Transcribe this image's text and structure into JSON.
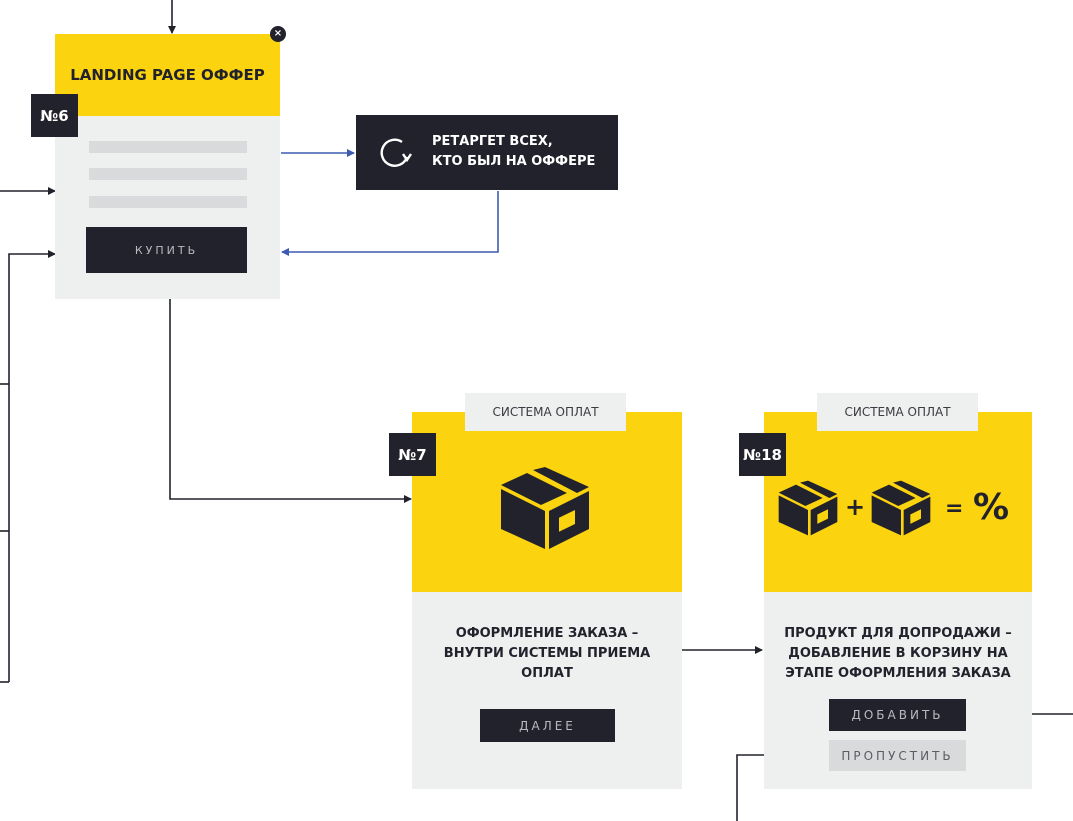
{
  "colors": {
    "yellow": "#fbd40f",
    "dark": "#22222c",
    "panel": "#eeefef",
    "field": "#d9dadb",
    "blue_connector": "#3d5bb0",
    "black_connector": "#22222c"
  },
  "card6": {
    "number": "№6",
    "title": "LANDING PAGE ОФФЕР",
    "button": "КУПИТЬ",
    "close_icon": "close-icon"
  },
  "retarget": {
    "icon": "refresh-icon",
    "line1": "РЕТАРГЕТ ВСЕХ,",
    "line2": "КТО БЫЛ НА ОФФЕРЕ"
  },
  "card7": {
    "number": "№7",
    "tab": "СИСТЕМА ОПЛАТ",
    "icon": "box-icon",
    "title_lines": [
      "ОФОРМЛЕНИЕ ЗАКАЗА –",
      "ВНУТРИ СИСТЕМЫ ПРИЕМА",
      "ОПЛАТ"
    ],
    "button": "ДАЛЕЕ"
  },
  "card18": {
    "number": "№18",
    "tab": "СИСТЕМА ОПЛАТ",
    "formula": {
      "plus": "+",
      "equals": "=",
      "percent": "%"
    },
    "title_lines": [
      "ПРОДУКТ ДЛЯ ДОПРОДАЖИ –",
      "ДОБАВЛЕНИЕ В КОРЗИНУ НА",
      "ЭТАПЕ ОФОРМЛЕНИЯ ЗАКАЗА"
    ],
    "button_add": "ДОБАВИТЬ",
    "button_skip": "ПРОПУСТИТЬ"
  }
}
